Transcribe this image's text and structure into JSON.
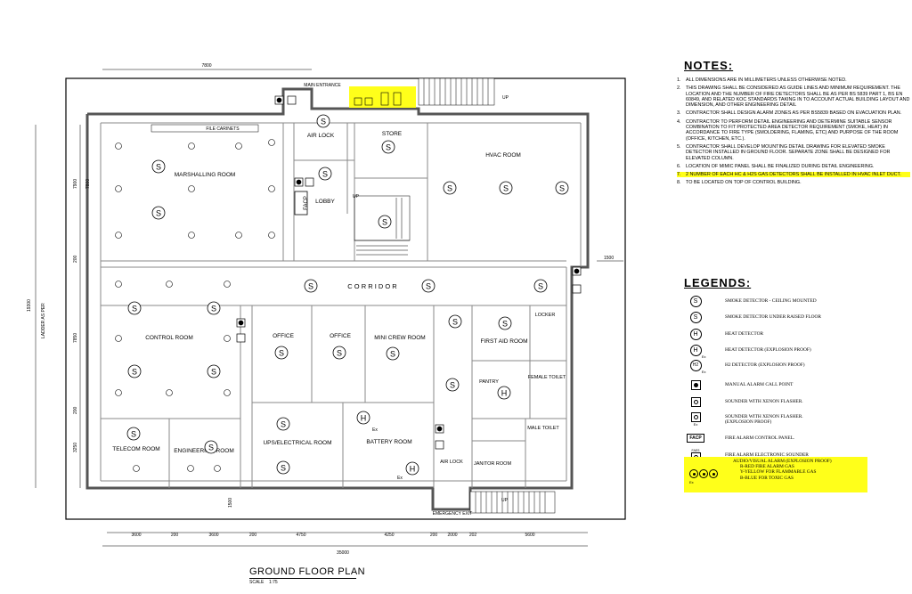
{
  "plan": {
    "title": "GROUND FLOOR PLAN",
    "scale_label": "SCALE",
    "scale_value": "1:75",
    "rooms": {
      "marshalling": "MARSHALLING ROOM",
      "airlock_top": "AIR LOCK",
      "store": "STORE",
      "hvac": "HVAC ROOM",
      "lobby": "LOBBY",
      "corridor": "C O R R I D O R",
      "control": "CONTROL ROOM",
      "office1": "OFFICE",
      "office2": "OFFICE",
      "mini_crew": "MINI CREW ROOM",
      "first_aid": "FIRST AID ROOM",
      "locker": "LOCKER",
      "pantry": "PANTRY",
      "female_toilet": "FEMALE TOILET",
      "male_toilet": "MALE TOILET",
      "telecom": "TELECOM ROOM",
      "engineering": "ENGINEERING ROOM",
      "ups": "UPS/ELECTRICAL ROOM",
      "battery": "BATTERY ROOM",
      "airlock_bottom": "AIR LOCK",
      "janitor": "JANITOR ROOM"
    },
    "labels": {
      "main_entrance": "MAIN ENTRANCE",
      "emergency_exit": "EMERGENCY EXIT",
      "file_carinets": "FILE CARINETS",
      "facp": "FACP",
      "up": "UP",
      "ladder": "LADDER AS PER",
      "ex": "Ex"
    },
    "dimensions": {
      "top": "7800",
      "left_outer": "19300",
      "left_1": "7900",
      "left_2": "7800",
      "left_3": "7850",
      "left_4": "3250",
      "left_g1": "200",
      "left_g2": "200",
      "right_1": "1500",
      "bottom_total": "35000",
      "b1": "3600",
      "b2": "200",
      "b3": "3600",
      "b4": "200",
      "b5": "4750",
      "b6": "4250",
      "b7": "200",
      "b8": "2000",
      "b9": "202",
      "b10": "5600",
      "bl": "1500"
    }
  },
  "notes": {
    "title": "NOTES:",
    "items": [
      {
        "num": "1.",
        "text": "ALL DIMENSIONS ARE IN MILLIMETERS UNLESS OTHERWISE NOTED."
      },
      {
        "num": "2.",
        "text": "THIS DRAWING SHALL BE CONSIDERED AS GUIDE LINES AND MINIMUM REQUIREMENT. THE LOCATION AND THE NUMBER OF FIRE DETECTORS SHALL BE AS PER BS 5839 PART 1, BS EN 60849, AND RELATED KOC STANDARDS TAKING IN TO ACCOUNT ACTUAL BUILDING LAYOUT AND DIMENSION, AND OTHER ENGINEERING DETAIL"
      },
      {
        "num": "3.",
        "text": "CONTRACTOR SHALL DESIGN ALARM ZONES AS PER BS5839 BASED ON EVACUATION PLAN."
      },
      {
        "num": "4.",
        "text": "CONTRACTOR TO PERFORM DETAIL ENGINEERING AND DETERMINE SUITABLE SENSOR COMBINATION TO FIT PROTECTED AREA DETECTOR REQUIREMENT (SMOKE, HEAT) IN ACCORDANCE TO FIRE TYPE (SMOLDERING, FLAMING, ETC) AND PURPOSE OF THE ROOM (OFFICE, KITCHEN, ETC.)."
      },
      {
        "num": "5.",
        "text": "CONTRACTOR SHALL DEVELOP MOUNTING DETAIL DRAWING FOR ELEVATED SMOKE DETECTOR INSTALLED IN GROUND FLOOR. SEPARATE ZONE SHALL BE DESIGNED FOR ELEVATED COLUMN."
      },
      {
        "num": "6.",
        "text": "LOCATION OF MIMIC PANEL SHALL BE FINALIZED DURING DETAIL ENGINEERING."
      },
      {
        "num": "7.",
        "text": "2 NUMBER OF EACH HC & H2S GAS DETECTORS SHALL BE INSTALLED IN HVAC INLET DUCT.",
        "highlight": true
      },
      {
        "num": "8.",
        "text": "TO BE LOCATED ON TOP OF CONTROL BUILDING."
      }
    ]
  },
  "legends": {
    "title": "LEGENDS:",
    "items": [
      {
        "symbol": "S",
        "icon": "smoke-detector-icon",
        "text": "SMOKE DETECTOR - CEILING MOUNTED"
      },
      {
        "symbol": "S",
        "icon": "smoke-detector-raised-floor-icon",
        "text": "SMOKE DETECTOR UNDER RAISED FLOOR"
      },
      {
        "symbol": "H",
        "icon": "heat-detector-icon",
        "text": "HEAT DETECTOR"
      },
      {
        "symbol": "H",
        "sub": "Ex",
        "icon": "heat-detector-ex-icon",
        "text": "HEAT DETECTOR (EXPLOSION PROOF)"
      },
      {
        "symbol": "H2",
        "sub": "Ex",
        "icon": "h2-detector-icon",
        "text": "H2 DETECTOR (EXPLOSION PROOF)"
      },
      {
        "symbol": "",
        "icon": "manual-call-point-icon",
        "text": "MANUAL ALARM CALL POINT"
      },
      {
        "symbol": "",
        "icon": "sounder-xenon-icon",
        "text": "SOUNDER WITH XENON FLASHER."
      },
      {
        "symbol": "Ex",
        "icon": "sounder-xenon-ex-icon",
        "text": "SOUNDER WITH XENON FLASHER. (EXPLOSION PROOF)"
      },
      {
        "symbol": "FACP",
        "icon": "facp-icon",
        "text": "FIRE ALARM CONTROL PANEL."
      },
      {
        "symbol": "FAES",
        "icon": "electronic-sounder-icon",
        "text": "FIRE ALARM ELECTRONIC SOUNDER"
      }
    ],
    "av_alarm": {
      "title": "AUDIO/VISUAL ALARM (EXPLOSION PROOF)",
      "lines": [
        "R-RED FIRE ALARM GAS",
        "Y-YELLOW FOR FLAMMABLE GAS",
        "B-BLUE FOR TOXIC GAS"
      ],
      "ex": "Ex",
      "color": "#ffff1a"
    }
  }
}
